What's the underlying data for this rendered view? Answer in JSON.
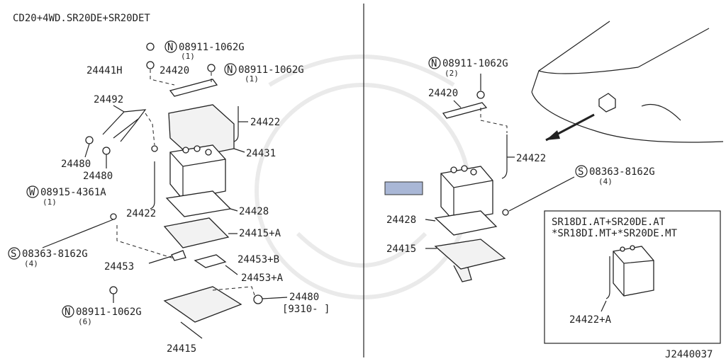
{
  "left": {
    "header": "CD20+4WD.SR20DE+SR20DET",
    "nut_top": "08911-1062G",
    "nut_top_qty": "(1)",
    "p24441H": "24441H",
    "p24420": "24420",
    "nut_right": "08911-1062G",
    "nut_right_qty": "(1)",
    "p24492": "24492",
    "p24422_upper": "24422",
    "p24431": "24431",
    "p24480_a": "24480",
    "p24480_b": "24480",
    "washer_nut": "08915-4361A",
    "washer_nut_qty": "(1)",
    "p24422_lower": "24422",
    "p24428": "24428",
    "p24415A": "24415+A",
    "screw": "08363-8162G",
    "screw_qty": "(4)",
    "p24453B": "24453+B",
    "p24453": "24453",
    "p24453A": "24453+A",
    "p24480_c": "24480",
    "date_range": "[9310-      ]",
    "nut_bottom": "08911-1062G",
    "nut_bottom_qty": "(6)",
    "p24415": "24415"
  },
  "right": {
    "nut": "08911-1062G",
    "nut_qty": "(2)",
    "p24420": "24420",
    "p24422": "24422",
    "screw": "08363-8162G",
    "screw_qty": "(4)",
    "p24428": "24428",
    "p24415": "24415",
    "inset_line1": "SR18DI.AT+SR20DE.AT",
    "inset_line2": "*SR18DI.MT+*SR20DE.MT",
    "inset_part": "24422+A"
  },
  "symbols": {
    "nut": "N",
    "washer": "W",
    "screw": "S"
  },
  "diagram_code": "J2440037",
  "highlight_color": "#a9b7d6"
}
